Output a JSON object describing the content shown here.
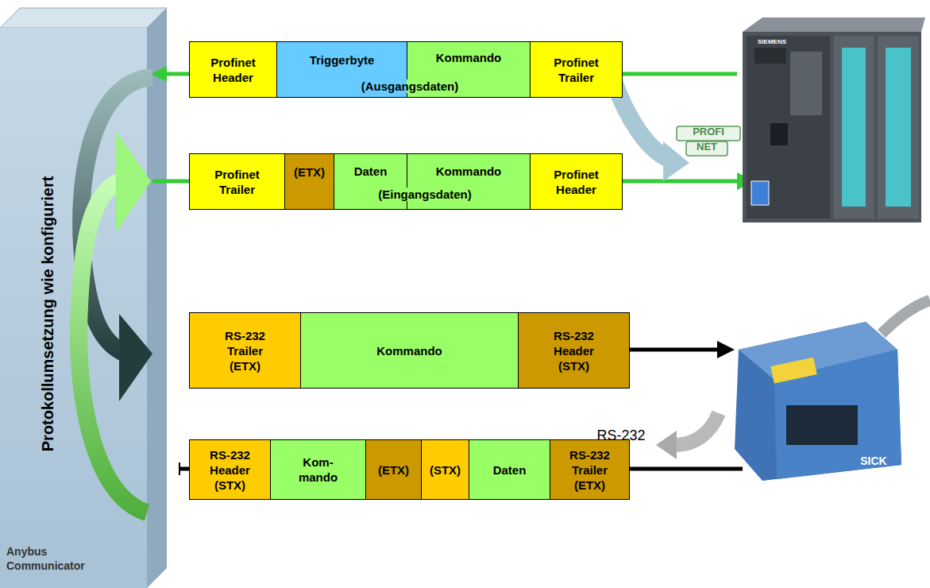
{
  "diagram": {
    "nodes": [
      {
        "text": [
          "Protokollumsetzung wie konfiguriert",
          "Anybus Communicator"
        ]
      },
      {
        "text": [
          "Profinet Header"
        ]
      },
      {
        "text": [
          "Triggerbyte"
        ]
      },
      {
        "text": [
          "Kommando"
        ]
      },
      {
        "text": [
          "Profinet Trailer"
        ]
      },
      {
        "text": [
          "Profinet Trailer"
        ]
      },
      {
        "text": [
          "(ETX)"
        ]
      },
      {
        "text": [
          "Daten"
        ]
      },
      {
        "text": [
          "Kommando"
        ]
      },
      {
        "text": [
          "Profinet Header"
        ]
      },
      {
        "text": [
          "RS-232 Trailer (ETX)"
        ]
      },
      {
        "text": [
          "Kommando"
        ]
      },
      {
        "text": [
          "RS-232 Header (STX)"
        ]
      },
      {
        "text": [
          "RS-232 Header (STX)"
        ]
      },
      {
        "text": [
          "Kom- mando"
        ]
      },
      {
        "text": [
          "(ETX)"
        ]
      },
      {
        "text": [
          "(STX)"
        ]
      },
      {
        "text": [
          "Daten"
        ]
      },
      {
        "text": [
          "RS-232 Trailer (ETX)"
        ]
      }
    ],
    "labels": [
      "(Ausgangsdaten)",
      "(Eingangsdaten)",
      "PROFI",
      "NET",
      "RS-232",
      "SIEMENS",
      "SICK"
    ]
  }
}
